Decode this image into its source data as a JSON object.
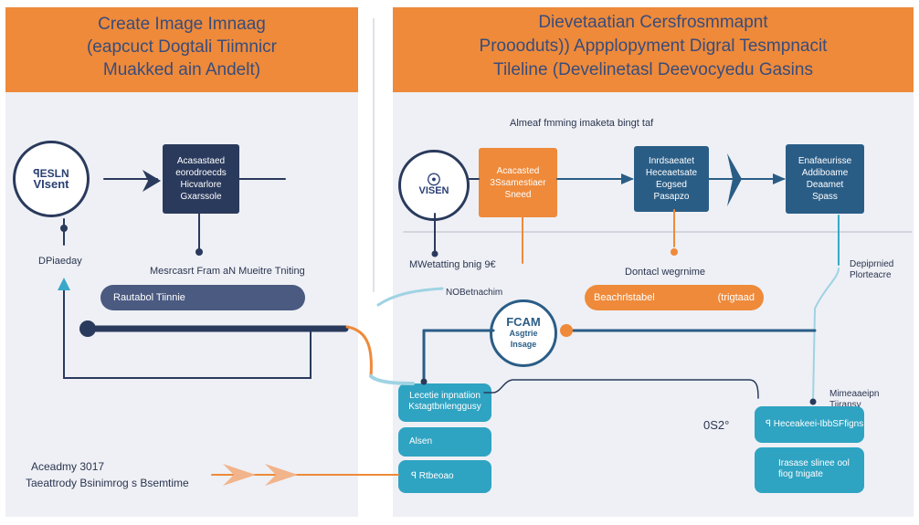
{
  "left_panel": {
    "header": {
      "line1": "Create Image Imnaag",
      "line2": "(eapcuct Dogtali Tiimnicr",
      "line3": "Muakked ain Andelt)"
    },
    "vision_circle": {
      "line1": "ꟼESLN",
      "line2": "VIsent"
    },
    "top_box": {
      "lines": [
        "Acasastaed",
        "eorodroecds",
        "Hicvarlore",
        "Gxarssole"
      ]
    },
    "left_side_label": "DPiaeday",
    "center_label": "Mesrcasrt Fram aN Mueitre Tniting",
    "pill_label": "Rautabol Tiinnie",
    "bottom_text": {
      "line1": "Aceadmy 3017",
      "line2": "Taeattrody Bsinimrog s Bsemtime"
    }
  },
  "right_panel": {
    "header": {
      "line1": "Dievetaatian Cersfrosmmapnt",
      "line2": "Proooduts)) Appplopyment  Digral  Tesmpnacit",
      "line3": "Tileline (Develinetasl Deevocyedu Gasins"
    },
    "top_label": "Almeaf fmming imaketa bingt taf",
    "vision_circle": {
      "line1": "VISEN"
    },
    "orange_box": {
      "lines": [
        "Acacasted",
        "3Ssamestiaer",
        "Sneed"
      ]
    },
    "mid_box": {
      "lines": [
        "Inrdsaeatet",
        "Heceaetsate",
        "Eogsed",
        "Pasapzo"
      ]
    },
    "right_box": {
      "lines": [
        "Enafaeurisse",
        "Addiboame",
        "Deaamet",
        "Spass"
      ]
    },
    "mweta_label": "MWetatting bnig 9€",
    "nobetnach_label": "NOBetnachim",
    "dontacl_label": "Dontacl wegrnime",
    "dep_label": {
      "line1": "Depiprnied",
      "line2": "Plorteacre"
    },
    "orange_pill": {
      "left": "Beachrlstabel",
      "right": "(trigtaad"
    },
    "fcan_circle": {
      "line1": "FCAM",
      "line2": "Asgtrie",
      "line3": "Insage"
    },
    "teal_left_top": {
      "line1": "Lecetie inpnatiion",
      "line2": "Kstagtbnlenggusy"
    },
    "teal_left_mid": "Alsen",
    "teal_left_bot": "ꟼ  Rtbeoao",
    "oss_label": "0S2°",
    "mines_label": {
      "line1": "Mimeaaeipn",
      "line2": "Tiiransy"
    },
    "teal_right_top": "ꟼ  Heceakeei-IbbSFfigns",
    "teal_right_bot": {
      "line1": "Irasase slinee ool",
      "line2": "fiog tnigate"
    }
  },
  "colors": {
    "header_orange": "#ee8a3a",
    "navy": "#2a3a5c",
    "blue": "#2a5d86",
    "teal": "#2fa3c2",
    "panel_bg": "#eef0f5"
  }
}
